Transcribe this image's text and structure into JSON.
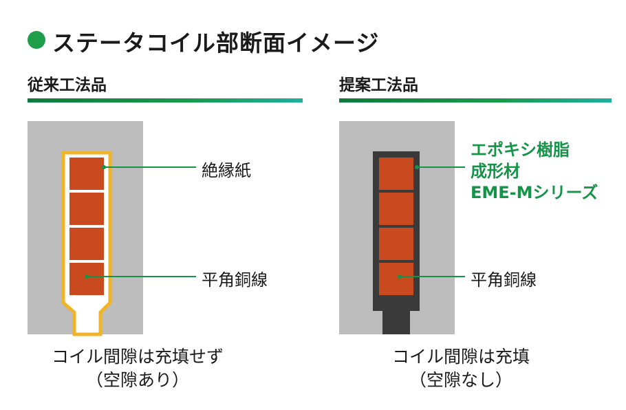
{
  "title": "ステータコイル部断面イメージ",
  "left": {
    "section_label": "従来工法品",
    "callouts": {
      "insulation": "絶縁紙",
      "wire": "平角銅線"
    },
    "caption_line1": "コイル間隙は充填せず",
    "caption_line2": "（空隙あり）"
  },
  "right": {
    "section_label": "提案工法品",
    "callouts": {
      "resin_line1": "エポキシ樹脂",
      "resin_line2": "成形材",
      "resin_line3": "EME-Mシリーズ",
      "wire": "平角銅線"
    },
    "caption_line1": "コイル間隙は充填",
    "caption_line2": "（空隙なし）"
  },
  "colors": {
    "accent_green": "#1e9e4a",
    "callout_green": "#139447",
    "copper": "#c94a1e",
    "insulation_yellow": "#f0b429",
    "core_gray": "#bdbdbd",
    "resin_dark": "#3a3a3a"
  }
}
